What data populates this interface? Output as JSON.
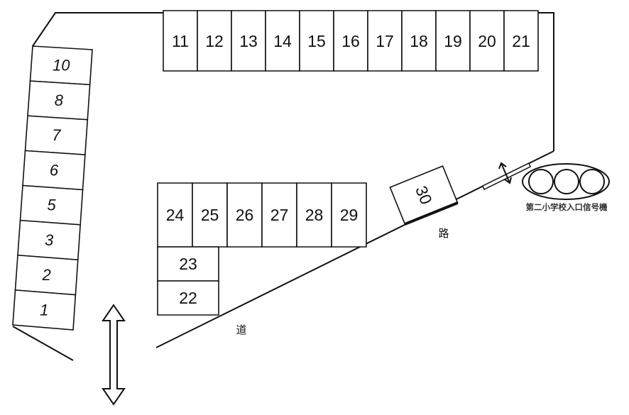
{
  "left_column": [
    "10",
    "8",
    "7",
    "6",
    "5",
    "3",
    "2",
    "1"
  ],
  "top_row": [
    "11",
    "12",
    "13",
    "14",
    "15",
    "16",
    "17",
    "18",
    "19",
    "20",
    "21"
  ],
  "middle_row": [
    "24",
    "25",
    "26",
    "27",
    "28",
    "29"
  ],
  "stacked": [
    "23",
    "22"
  ],
  "angled_slot": "30",
  "road_label_1": "道",
  "road_label_2": "路",
  "signal_label": "第二小学校入口信号機"
}
